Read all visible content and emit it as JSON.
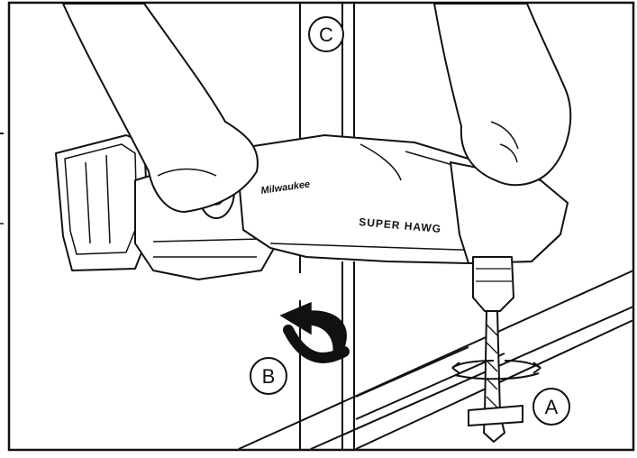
{
  "labels": {
    "a": "A",
    "b": "B",
    "c": "C"
  },
  "tool": {
    "brand": "Milwaukee",
    "model": "SUPER HAWG"
  },
  "colors": {
    "line": "#111111",
    "fill": "#ffffff",
    "arrow": "#111111"
  }
}
